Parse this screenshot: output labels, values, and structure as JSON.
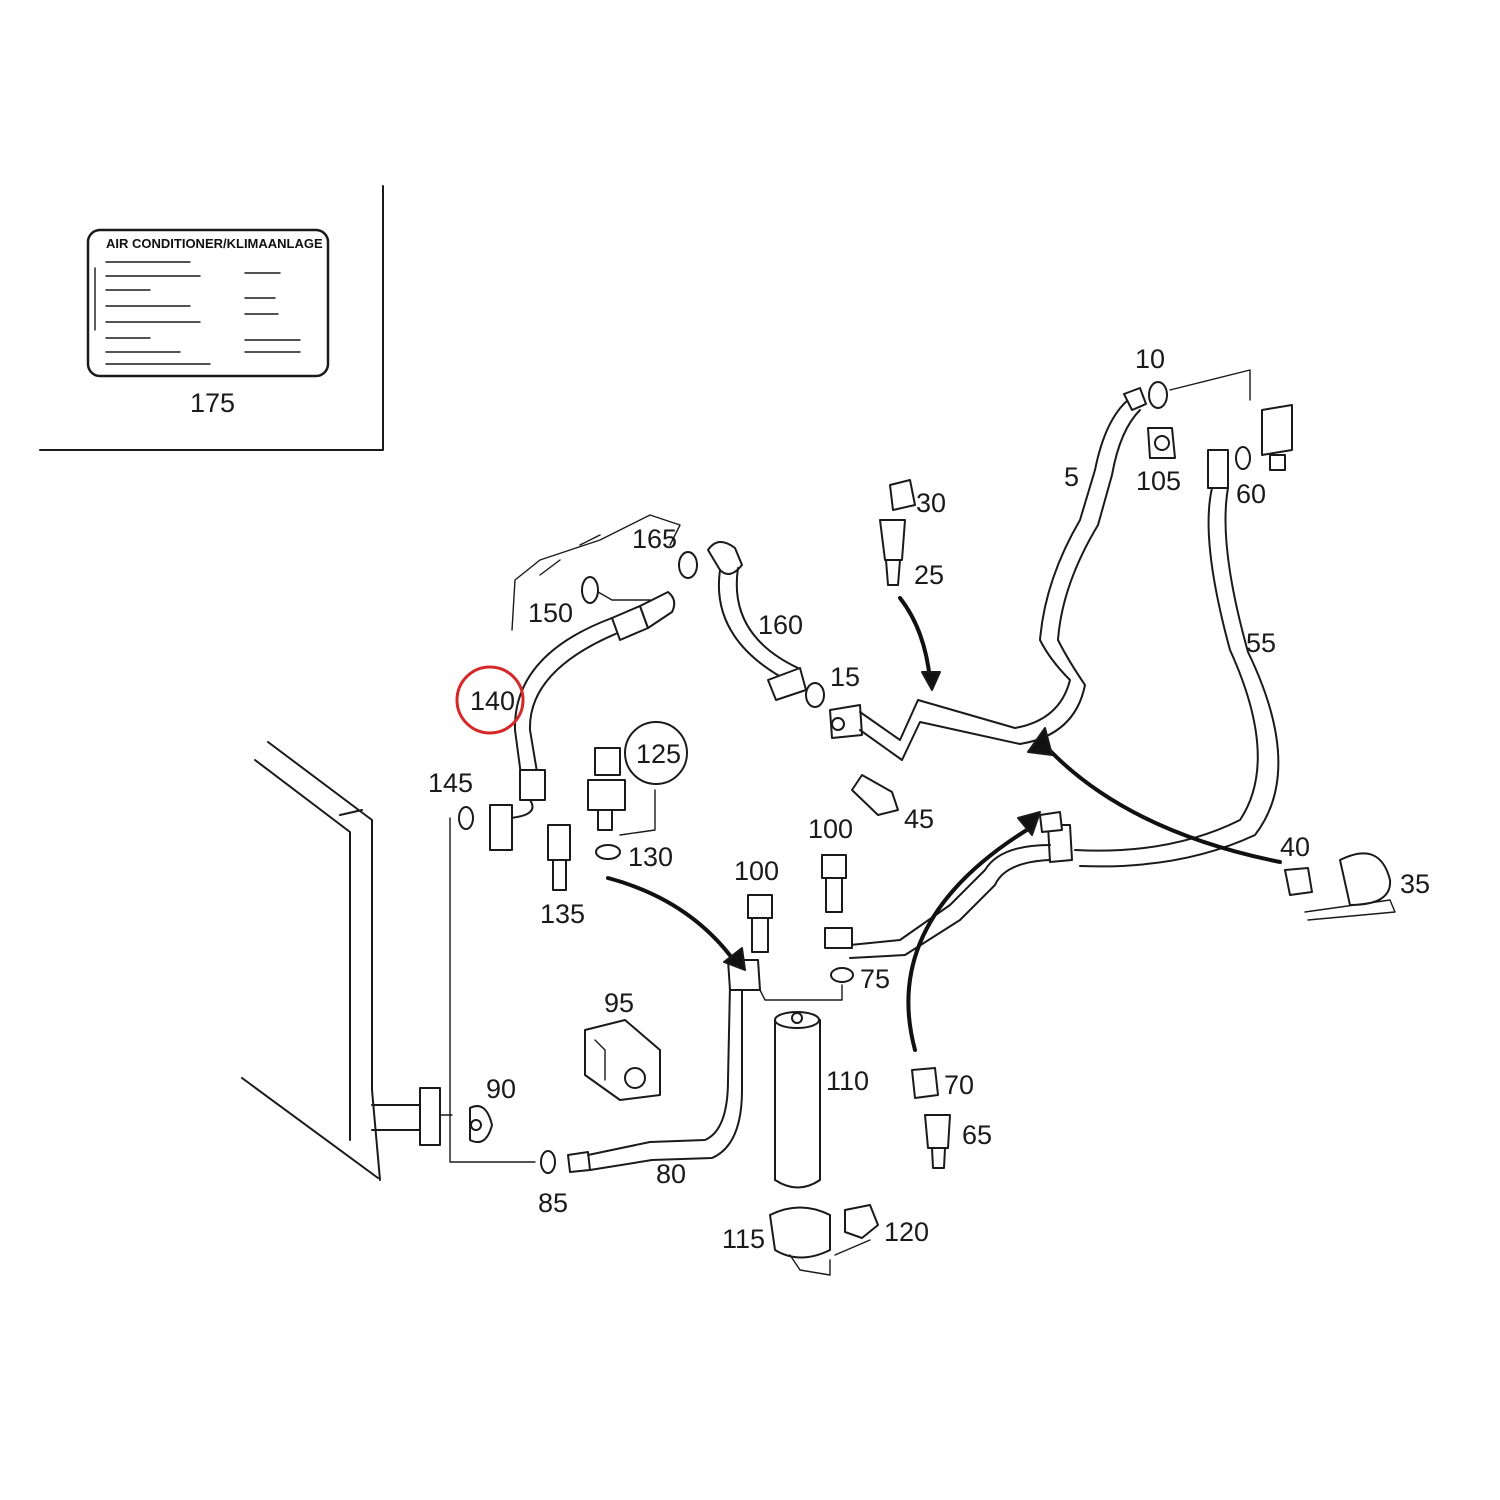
{
  "highlight_color": "#d62828",
  "info_plate": {
    "part_number": "175",
    "title": "AIR CONDITIONER/KLIMAANLAGE"
  },
  "labels": {
    "p5": "5",
    "p10": "10",
    "p15": "15",
    "p25": "25",
    "p30": "30",
    "p35": "35",
    "p40": "40",
    "p45": "45",
    "p55": "55",
    "p60": "60",
    "p65": "65",
    "p70": "70",
    "p75": "75",
    "p80": "80",
    "p85": "85",
    "p90": "90",
    "p95": "95",
    "p100a": "100",
    "p100b": "100",
    "p105": "105",
    "p110": "110",
    "p115": "115",
    "p120": "120",
    "p125": "125",
    "p130": "130",
    "p135": "135",
    "p140": "140",
    "p145": "145",
    "p150": "150",
    "p160": "160",
    "p165": "165"
  },
  "circled_labels": [
    "125",
    "140"
  ],
  "highlighted_part": "140"
}
